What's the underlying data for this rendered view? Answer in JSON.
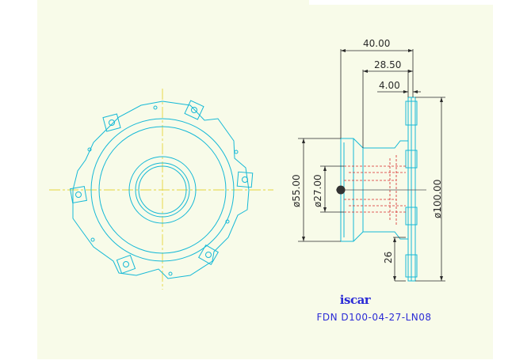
{
  "dimensions": {
    "overall_length": "40.00",
    "hub_length": "28.50",
    "flange_thickness": "4.00",
    "hub_diameter": "ø55.00",
    "bore_diameter": "ø27.00",
    "cutter_diameter": "ø100.00",
    "lower_height": "26"
  },
  "title_block": {
    "brand": "iscar",
    "part_number": "FDN D100-04-27-LN08"
  },
  "colors": {
    "background_panel": "#f8fbe9",
    "outline": "#16b9d6",
    "centerline": "#e5d63b",
    "hidden": "#d62a2a",
    "dimension": "#2a2a2a",
    "caption": "#2b2bd6"
  }
}
